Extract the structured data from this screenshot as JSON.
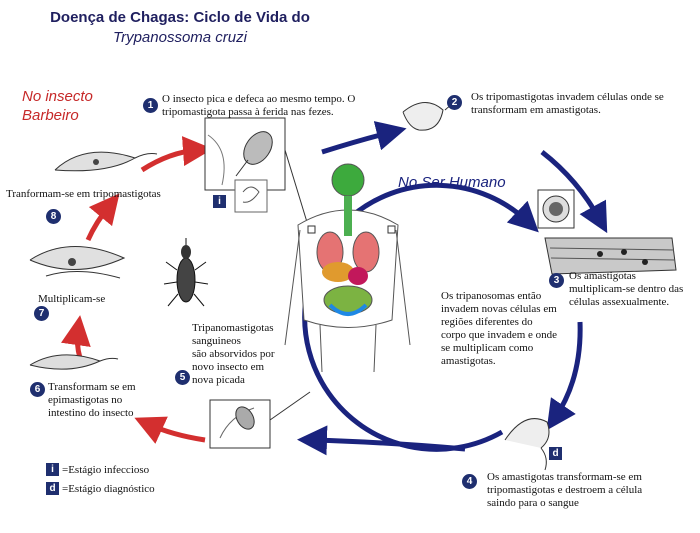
{
  "title": {
    "line1": "Doença de Chagas: Ciclo de Vida do",
    "line2": "Trypanossoma cruzi"
  },
  "regions": {
    "insect_line1": "No insecto",
    "insect_line2": "Barbeiro",
    "human": "No Ser Humano"
  },
  "steps": [
    {
      "number": "1",
      "text_lines": [
        "O insecto pica e defeca ao mesmo tempo. O",
        "tripomastigota passa à ferida nas fezes."
      ]
    },
    {
      "number": "2",
      "text_lines": [
        "Os tripomastigotas invadem células onde se",
        "transformam em amastigotas."
      ]
    },
    {
      "number": "3",
      "text_lines": [
        "Os amastigotas",
        "multiplicam-se  dentro das",
        "células assexualmente."
      ]
    },
    {
      "number": "4",
      "text_lines": [
        "Os amastigotas transformam-se em",
        "tripomastigotas e destroem a célula",
        "saindo para o sangue"
      ]
    },
    {
      "number": "5",
      "text_lines": [
        "Tripanomastigotas",
        "sanguineos",
        "são absorvidos por",
        "novo insecto em",
        "nova picada"
      ]
    },
    {
      "number": "6",
      "text_lines": [
        "Transformam se em",
        "epimastigotas no",
        "intestino do insecto"
      ]
    },
    {
      "number": "7",
      "text_lines": [
        "Multiplicam-se"
      ]
    },
    {
      "number": "8",
      "text_lines": [
        "Tranformam-se em tripomastigotas"
      ]
    }
  ],
  "dissemination_note": [
    "Os tripanosomas então",
    "invadem novas células em",
    "regiões diferentes do",
    "corpo que invadem e onde",
    "se multiplicam como",
    "amastigotas."
  ],
  "legend": [
    {
      "symbol": "i",
      "label": "=Estágio infeccioso"
    },
    {
      "symbol": "d",
      "label": "=Estágio diagnóstico"
    }
  ],
  "colors": {
    "human_arrows": "#1a237e",
    "insect_arrows": "#d32f2f",
    "badge": "#1f2f6f",
    "title": "#1f1f5f",
    "insect_label": "#c62828",
    "human_label": "#1a237e"
  }
}
